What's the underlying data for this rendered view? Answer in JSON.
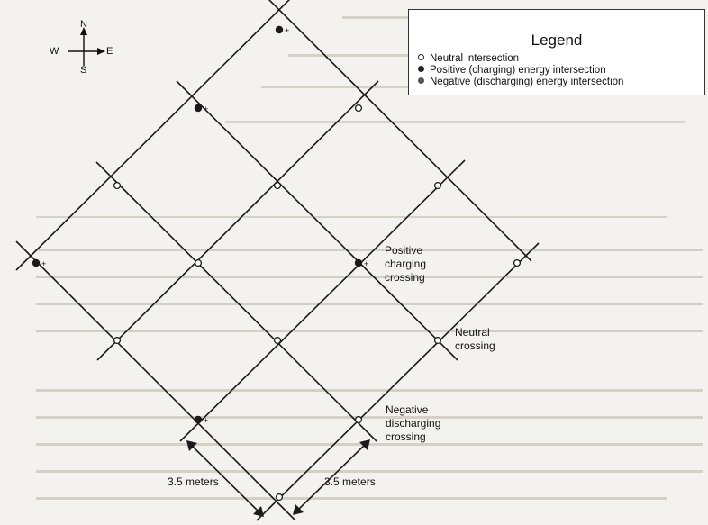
{
  "compass": {
    "north": "N",
    "south": "S",
    "west": "W",
    "east": "E"
  },
  "legend": {
    "title": "Legend",
    "items": [
      {
        "label": "Neutral intersection",
        "marker": "neutral"
      },
      {
        "label": "Positive (charging) energy intersection",
        "marker": "positive"
      },
      {
        "label": "Negative (discharging) energy intersection",
        "marker": "negative"
      }
    ]
  },
  "callouts": {
    "positive": [
      "Positive",
      "charging",
      "crossing"
    ],
    "neutral": [
      "Neutral",
      "crossing"
    ],
    "negative": [
      "Negative",
      "discharging",
      "crossing"
    ]
  },
  "dimensions": {
    "left": "3.5 meters",
    "right": "3.5 meters"
  },
  "colors": {
    "line": "#1a1a1a",
    "background": "#f4f2ee",
    "faint_text": "#bcb8b0"
  },
  "intersection_types": {
    "positive_sign": "+"
  }
}
